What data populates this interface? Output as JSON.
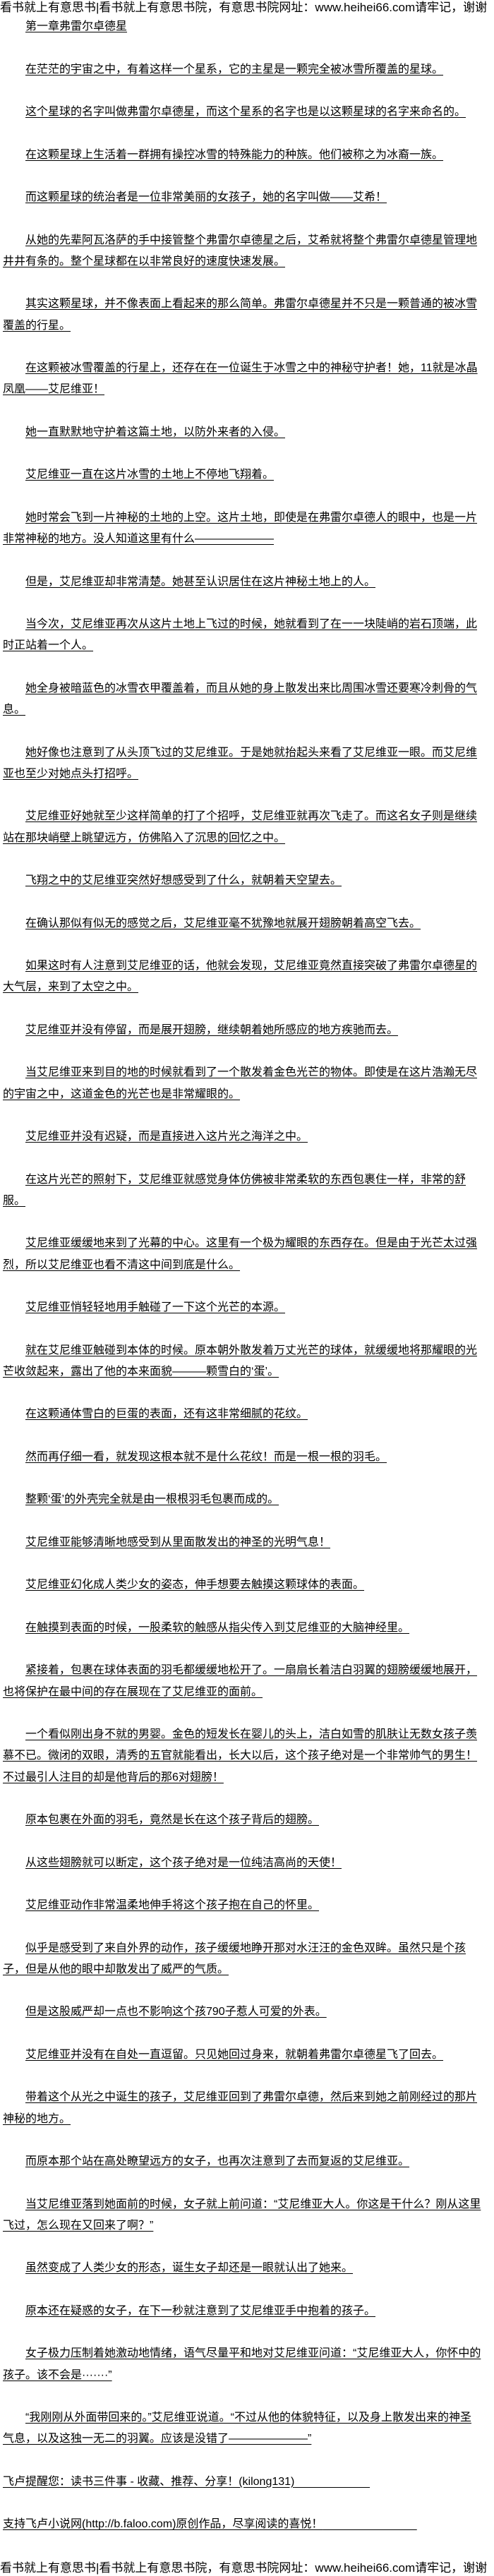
{
  "header_banner": "看书就上有意思书|看书就上有意思书院，有意思书院网址：www.heihei66.com请牢记，谢谢",
  "chapter_title": "第一章弗雷尔卓德星",
  "paragraphs": [
    "在茫茫的宇宙之中，有着这样一个星系，它的主星是一颗完全被冰雪所覆盖的星球。",
    "这个星球的名字叫做弗雷尔卓德星，而这个星系的名字也是以这颗星球的名字来命名的。",
    "在这颗星球上生活着一群拥有操控冰雪的特殊能力的种族。他们被称之为冰裔一族。",
    "而这颗星球的统治者是一位非常美丽的女孩子，她的名字叫做——艾希！",
    "从她的先辈阿瓦洛萨的手中接管整个弗雷尔卓德星之后，艾希就将整个弗雷尔卓德星管理地井井有条的。整个星球都在以非常良好的速度快速发展。",
    "其实这颗星球，并不像表面上看起来的那么简单。弗雷尔卓德星并不只是一颗普通的被冰雪覆盖的行星。",
    "在这颗被冰雪覆盖的行星上，还存在在一位诞生于冰雪之中的神秘守护者！她，11就是冰晶凤凰——艾尼维亚！",
    "她一直默默地守护着这篇土地，以防外来者的入侵。",
    "艾尼维亚一直在这片冰雪的土地上不停地飞翔着。",
    "她时常会飞到一片神秘的土地的上空。这片土地，即使是在弗雷尔卓德人的眼中，也是一片非常神秘的地方。没人知道这里有什么———————",
    "但是，艾尼维亚却非常清楚。她甚至认识居住在这片神秘土地上的人。",
    "当今次，艾尼维亚再次从这片土地上飞过的时候，她就看到了在一一块陡峭的岩石顶端，此时正站着一个人。",
    "她全身被暗蓝色的冰雪衣甲覆盖着，而且从她的身上散发出来比周围冰雪还要寒冷刺骨的气息。",
    "她好像也注意到了从头顶飞过的艾尼维亚。于是她就抬起头来看了艾尼维亚一眼。而艾尼维亚也至少对她点头打招呼。",
    "艾尼维亚好她就至少这样简单的打了个招呼，艾尼维亚就再次飞走了。而这名女子则是继续站在那块峭壁上眺望远方，仿佛陷入了沉思的回忆之中。",
    "飞翔之中的艾尼维亚突然好想感受到了什么，就朝着天空望去。",
    "在确认那似有似无的感觉之后，艾尼维亚毫不犹豫地就展开翅膀朝着高空飞去。",
    "如果这时有人注意到艾尼维亚的话，他就会发现，艾尼维亚竟然直接突破了弗雷尔卓德星的大气层，来到了太空之中。",
    "艾尼维亚并没有停留，而是展开翅膀，继续朝着她所感应的地方疾驰而去。",
    "当艾尼维亚来到目的地的时候就看到了一个散发着金色光芒的物体。即使是在这片浩瀚无尽的宇宙之中，这道金色的光芒也是非常耀眼的。",
    "艾尼维亚并没有迟疑，而是直接进入这片光之海洋之中。",
    "在这片光芒的照射下，艾尼维亚就感觉身体仿佛被非常柔软的东西包裹住一样，非常的舒服。",
    "艾尼维亚缓缓地来到了光幕的中心。这里有一个极为耀眼的东西存在。但是由于光芒太过强烈，所以艾尼维亚也看不清这中间到底是什么。",
    "艾尼维亚悄轻轻地用手触碰了一下这个光芒的本源。",
    "就在艾尼维亚触碰到本体的时候。原本朝外散发着万丈光芒的球体，就缓缓地将那耀眼的光芒收敛起来，露出了他的本来面貌———颗雪白的‘蛋’。",
    "在这颗通体雪白的巨蛋的表面，还有这非常细腻的花纹。",
    "然而再仔细一看，就发现这根本就不是什么花纹！而是一根一根的羽毛。",
    "整颗‘蛋’的外壳完全就是由一根根羽毛包裹而成的。",
    "艾尼维亚能够清晰地感受到从里面散发出的神圣的光明气息！",
    "艾尼维亚幻化成人类少女的姿态，伸手想要去触摸这颗球体的表面。",
    "在触摸到表面的时候，一股柔软的触感从指尖传入到艾尼维亚的大脑神经里。",
    "紧接着，包裹在球体表面的羽毛都缓缓地松开了。一扇扇长着洁白羽翼的翅膀缓缓地展开，也将保护在最中间的存在展现在了艾尼维亚的面前。",
    "一个看似刚出身不就的男婴。金色的短发长在婴儿的头上，洁白如雪的肌肤让无数女孩子羡慕不已。微闭的双眼，清秀的五官就能看出，长大以后，这个孩子绝对是一个非常帅气的男生！不过最引人注目的却是他背后的那6对翅膀！",
    "原本包裹在外面的羽毛，竟然是长在这个孩子背后的翅膀。",
    "从这些翅膀就可以断定，这个孩子绝对是一位纯洁高尚的天使！",
    "艾尼维亚动作非常温柔地伸手将这个孩子抱在自己的怀里。",
    "似乎是感受到了来自外界的动作，孩子缓缓地睁开那对水汪汪的金色双眸。虽然只是个孩子，但是从他的眼中却散发出了威严的气质。",
    "但是这股威严却一点也不影响这个孩790子惹人可爱的外表。",
    "艾尼维亚并没有在自处一直逗留。只见她回过身来，就朝着弗雷尔卓德星飞了回去。",
    "带着这个从光之中诞生的孩子，艾尼维亚回到了弗雷尔卓德，然后来到她之前刚经过的那片神秘的地方。",
    "而原本那个站在高处瞭望远方的女子，也再次注意到了去而复返的艾尼维亚。",
    "当艾尼维亚落到她面前的时候，女子就上前问道：“艾尼维亚大人。你这是干什么？刚从这里飞过，怎么现在又回来了啊？”",
    "虽然变成了人类少女的形态，诞生女子却还是一眼就认出了她来。",
    "原本还在疑惑的女子，在下一秒就注意到了艾尼维亚手中抱着的孩子。",
    "女子极力压制着她激动地情绪，语气尽量平和地对艾尼维亚问道：“艾尼维亚大人，你怀中的孩子。该不会是·······”",
    "“我刚刚从外面带回来的。”艾尼维亚说道。“不过从他的体貌特征，以及身上散发出来的神圣气息，以及这独一无二的羽翼。应该是没错了———————”"
  ],
  "footer_notes": [
    "飞卢提醒您：读书三件事 - 收藏、推荐、分享！(kilong131)",
    "支持飞卢小说网(http://b.faloo.com)原创作品，尽享阅读的喜悦！"
  ],
  "footer_banner": "看书就上有意思书|看书就上有意思书院，有意思书院网址：www.heihei66.com请牢记，谢谢"
}
